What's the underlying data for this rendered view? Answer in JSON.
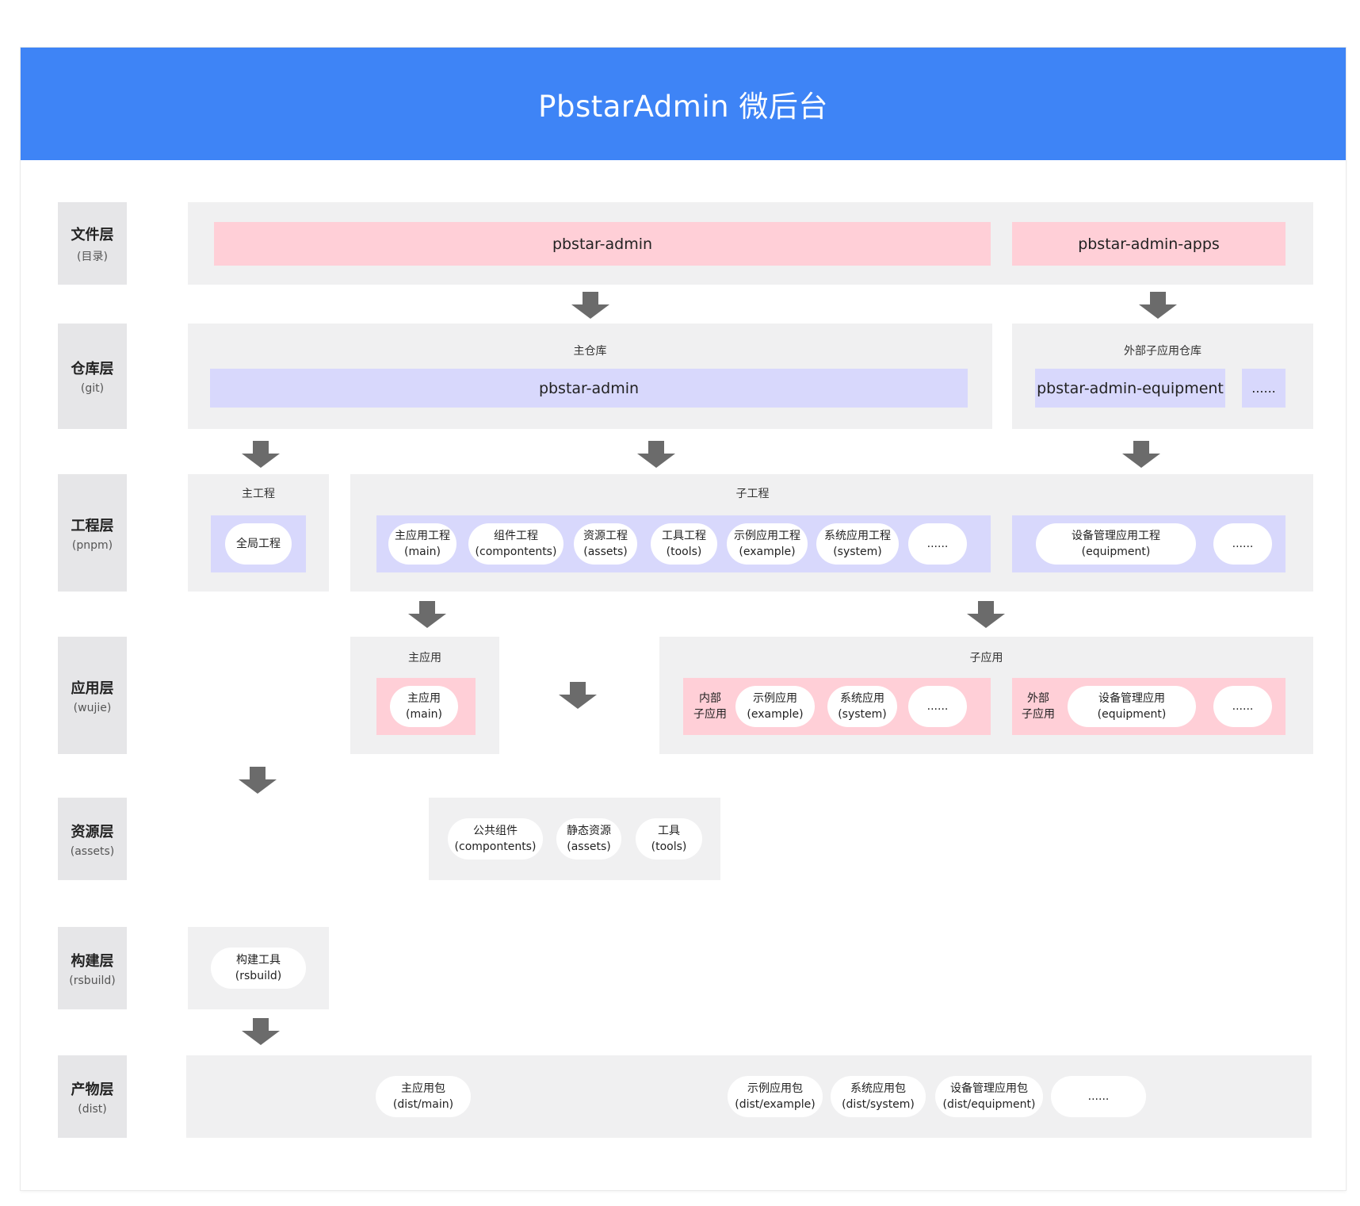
{
  "title": "PbstarAdmin 微后台",
  "layers": [
    {
      "name": "文件层",
      "sub": "(目录)"
    },
    {
      "name": "仓库层",
      "sub": "(git)"
    },
    {
      "name": "工程层",
      "sub": "(pnpm)"
    },
    {
      "name": "应用层",
      "sub": "(wujie)"
    },
    {
      "name": "资源层",
      "sub": "(assets)"
    },
    {
      "name": "构建层",
      "sub": "(rsbuild)"
    },
    {
      "name": "产物层",
      "sub": "(dist)"
    }
  ],
  "file": {
    "main": "pbstar-admin",
    "apps": "pbstar-admin-apps"
  },
  "repo": {
    "main_title": "主仓库",
    "main_repo": "pbstar-admin",
    "ext_title": "外部子应用仓库",
    "ext_repo": "pbstar-admin-equipment",
    "ext_more": "......"
  },
  "project": {
    "main_title": "主工程",
    "main_item": "全局工程",
    "sub_title": "子工程",
    "sub_items": [
      {
        "l1": "主应用工程",
        "l2": "(main)"
      },
      {
        "l1": "组件工程",
        "l2": "(compontents)"
      },
      {
        "l1": "资源工程",
        "l2": "(assets)"
      },
      {
        "l1": "工具工程",
        "l2": "(tools)"
      },
      {
        "l1": "示例应用工程",
        "l2": "(example)"
      },
      {
        "l1": "系统应用工程",
        "l2": "(system)"
      },
      {
        "l1": "......",
        "l2": ""
      }
    ],
    "ext_items": [
      {
        "l1": "设备管理应用工程",
        "l2": "(equipment)"
      },
      {
        "l1": "......",
        "l2": ""
      }
    ]
  },
  "app": {
    "main_title": "主应用",
    "main_l1": "主应用",
    "main_l2": "(main)",
    "sub_title": "子应用",
    "inner_l1": "内部",
    "inner_l2": "子应用",
    "inner_items": [
      {
        "l1": "示例应用",
        "l2": "(example)"
      },
      {
        "l1": "系统应用",
        "l2": "(system)"
      },
      {
        "l1": "......",
        "l2": ""
      }
    ],
    "outer_l1": "外部",
    "outer_l2": "子应用",
    "outer_items": [
      {
        "l1": "设备管理应用",
        "l2": "(equipment)"
      },
      {
        "l1": "......",
        "l2": ""
      }
    ]
  },
  "assets": [
    {
      "l1": "公共组件",
      "l2": "(compontents)"
    },
    {
      "l1": "静态资源",
      "l2": "(assets)"
    },
    {
      "l1": "工具",
      "l2": "(tools)"
    }
  ],
  "build": {
    "l1": "构建工具",
    "l2": "(rsbuild)"
  },
  "dist": [
    {
      "l1": "主应用包",
      "l2": "(dist/main)"
    },
    {
      "l1": "示例应用包",
      "l2": "(dist/example)"
    },
    {
      "l1": "系统应用包",
      "l2": "(dist/system)"
    },
    {
      "l1": "设备管理应用包",
      "l2": "(dist/equipment)"
    },
    {
      "l1": "......",
      "l2": ""
    }
  ],
  "colors": {
    "header": "#3e84f6",
    "pink": "#ffcfd7",
    "lavender": "#d8d8fc",
    "panel": "#f0f0f1",
    "arrow": "#6b6b6b"
  }
}
